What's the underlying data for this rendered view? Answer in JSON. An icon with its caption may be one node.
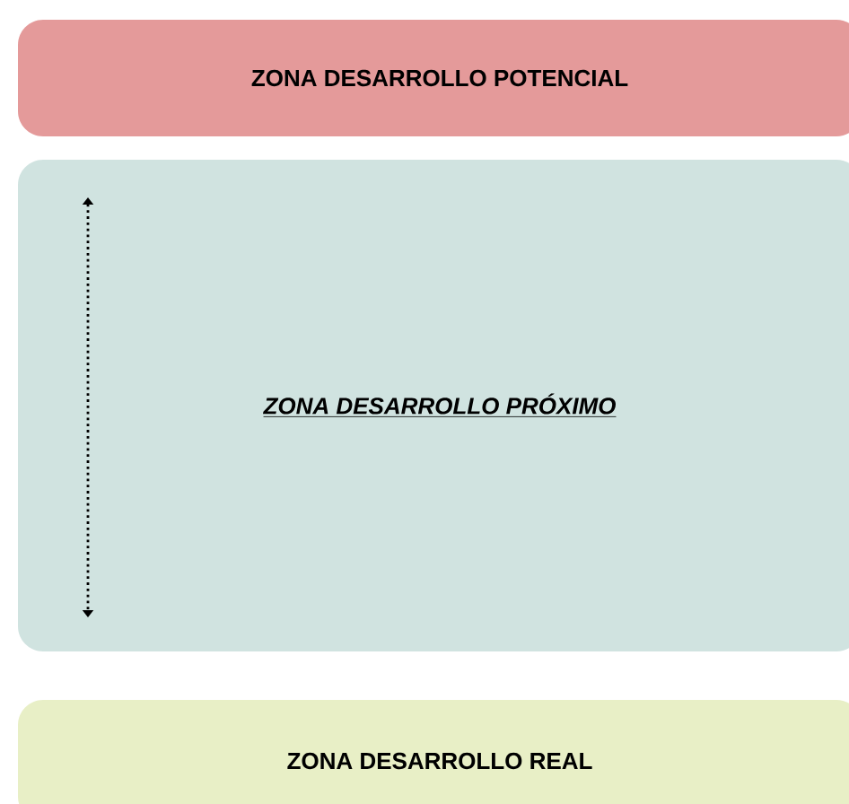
{
  "diagram": {
    "nodes": [
      {
        "text": [
          "ZONA DESARROLLO POTENCIAL"
        ]
      },
      {
        "text": [
          "ZONA DESARROLLO PRÓXIMO"
        ]
      },
      {
        "text": [
          "ZONA DESARROLLO REAL"
        ]
      }
    ]
  }
}
